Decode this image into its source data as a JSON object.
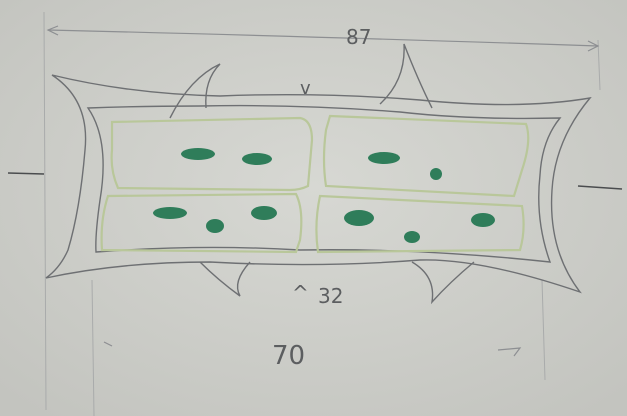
{
  "annotations": {
    "width_label": "87",
    "small_label": "32",
    "bottom_label": "70",
    "v_mark": "v",
    "caret_mark": "^"
  },
  "colors": {
    "paper": "#cfd0cb",
    "pencil": "#6e7073",
    "cell_wall": "#b9c79a",
    "chloroplast": "#2f7d5a"
  }
}
